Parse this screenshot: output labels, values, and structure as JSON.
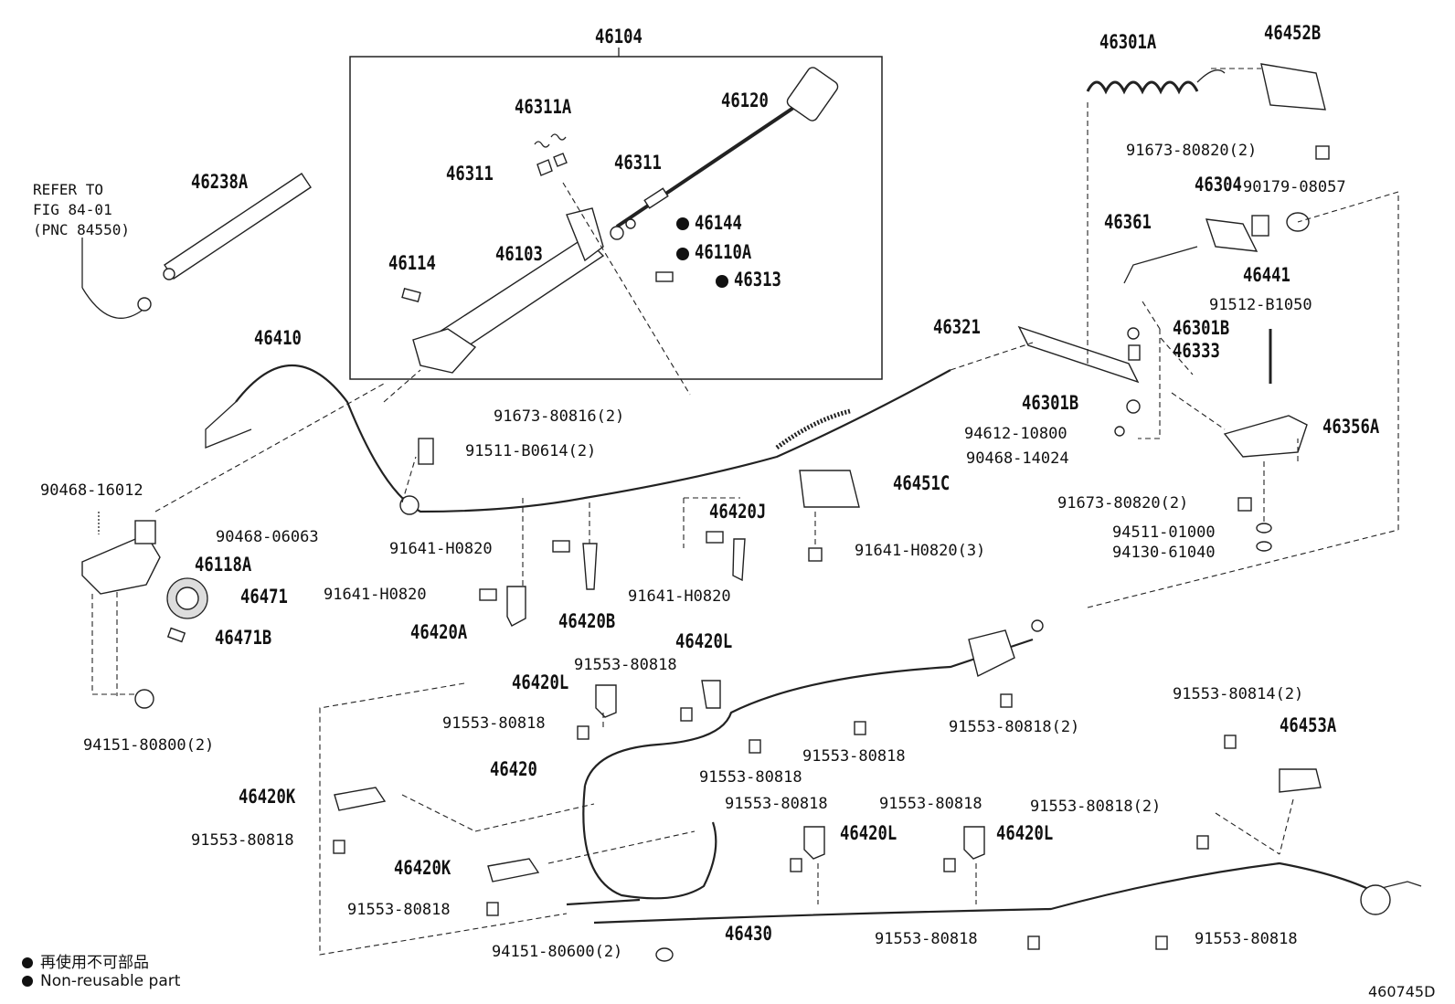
{
  "labels": {
    "p46104": "46104",
    "p46311A": "46311A",
    "p46120": "46120",
    "p46311_l": "46311",
    "p46311_r": "46311",
    "p46144": "46144",
    "p46110A": "46110A",
    "p46313": "46313",
    "p46114": "46114",
    "p46103": "46103",
    "p46238A": "46238A",
    "ref1": "REFER TO",
    "ref2": "FIG 84-01",
    "ref3": "(PNC 84550)",
    "p46410": "46410",
    "p91673_80816": "91673-80816(2)",
    "p91511_B0614": "91511-B0614(2)",
    "p90468_16012": "90468-16012",
    "p90468_06063": "90468-06063",
    "p46118A": "46118A",
    "p46471": "46471",
    "p46471B": "46471B",
    "p94151_80800": "94151-80800(2)",
    "p91641_H0820_a": "91641-H0820",
    "p91641_H0820_b": "91641-H0820",
    "p91641_H0820_c": "91641-H0820",
    "p91641_H0820_3": "91641-H0820(3)",
    "p46420A": "46420A",
    "p46420B": "46420B",
    "p46420J": "46420J",
    "p46451C": "46451C",
    "p46301A": "46301A",
    "p46452B": "46452B",
    "p91673_80820_top": "91673-80820(2)",
    "p46304": "46304",
    "p90179_08057": "90179-08057",
    "p46361": "46361",
    "p46441": "46441",
    "p91512_B1050": "91512-B1050",
    "p46321": "46321",
    "p46301B_top": "46301B",
    "p46333": "46333",
    "p46301B_bot": "46301B",
    "p94612_10800": "94612-10800",
    "p90468_14024": "90468-14024",
    "p46356A": "46356A",
    "p91673_80820_bot": "91673-80820(2)",
    "p94511_01000": "94511-01000",
    "p94130_61040": "94130-61040",
    "p91553_80818_a": "91553-80818",
    "p46420L_a": "46420L",
    "p46420L_b": "46420L",
    "p91553_80818_b": "91553-80818",
    "p91553_80818_2_a": "91553-80818(2)",
    "p91553_80818_c": "91553-80818",
    "p91553_80818_d": "91553-80818",
    "p46420": "46420",
    "p46420K_a": "46420K",
    "p91553_80818_e": "91553-80818",
    "p46420K_b": "46420K",
    "p91553_80818_f": "91553-80818",
    "p91553_80818_g": "91553-80818",
    "p46420L_c": "46420L",
    "p91553_80818_h": "91553-80818",
    "p46420L_d": "46420L",
    "p91553_80818_2_b": "91553-80818(2)",
    "p91553_80814": "91553-80814(2)",
    "p46453A": "46453A",
    "p94151_80600": "94151-80600(2)",
    "p46430": "46430",
    "p91553_80818_i": "91553-80818",
    "p91553_80818_j": "91553-80818"
  },
  "legend": {
    "jp": "再使用不可部品",
    "en": "Non-reusable part"
  },
  "figure_id": "460745D"
}
